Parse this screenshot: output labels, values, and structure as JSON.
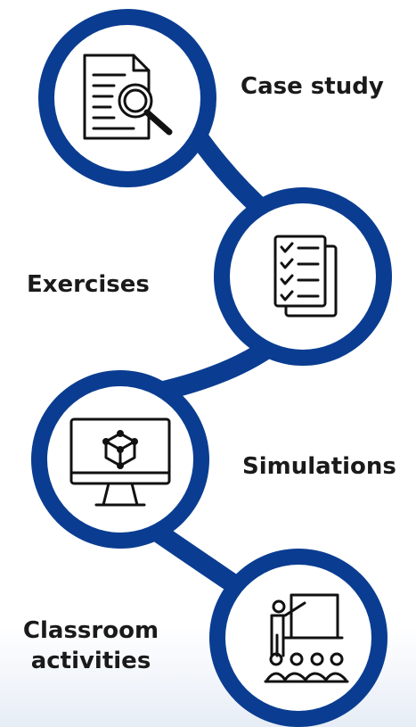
{
  "steps": [
    {
      "label": "Case study",
      "icon": "document-search-icon"
    },
    {
      "label": "Exercises",
      "icon": "checklist-icon"
    },
    {
      "label": "Simulations",
      "icon": "monitor-3d-cube-icon"
    },
    {
      "label_lines": [
        "Classroom",
        "activities"
      ],
      "icon": "teacher-classroom-icon"
    }
  ],
  "colors": {
    "accent": "#0a3d91",
    "ring": "#0b47a8",
    "icon": "#111111",
    "text": "#1a1a1a"
  }
}
